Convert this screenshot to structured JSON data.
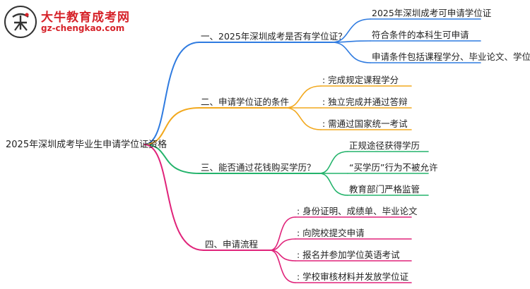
{
  "logo": {
    "icon": "niu-logo-icon",
    "name": "大牛教育成考网",
    "url": "gz-chengkao.com"
  },
  "root": "2025年深圳成考毕业生申请学位证资格",
  "branches": [
    {
      "label": "一、2025年深圳成考是否有学位证？",
      "color": "#2f7be0",
      "children": [
        "2025年深圳成考可申请学位证",
        "符合条件的本科生可申请",
        "申请条件包括课程学分、毕业论文、学位英语"
      ]
    },
    {
      "label": "二、申请学位证的条件",
      "color": "#f2a81d",
      "children": [
        ": 完成规定课程学分",
        ": 独立完成并通过答辩",
        ": 需通过国家统一考试"
      ]
    },
    {
      "label": "三、能否通过花钱购买学历？",
      "color": "#23b36b",
      "children": [
        "正规途径获得学历",
        "“买学历”行为不被允许",
        "教育部门严格监管"
      ]
    },
    {
      "label": "四、申请流程",
      "color": "#e0237a",
      "children": [
        ": 身份证明、成绩单、毕业论文",
        ": 向院校提交申请",
        ": 报名并参加学位英语考试",
        ": 学校审核材料并发放学位证"
      ]
    }
  ]
}
